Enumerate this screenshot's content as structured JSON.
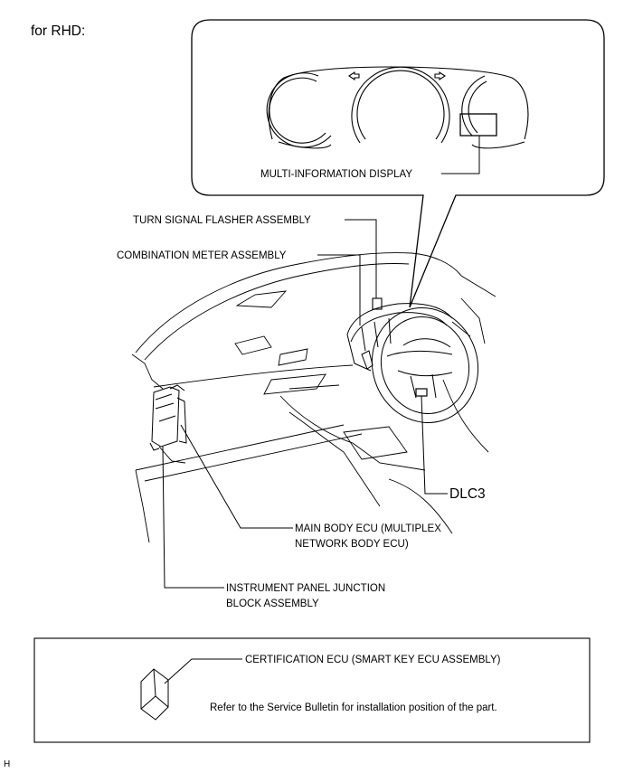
{
  "heading": "for RHD:",
  "labels": {
    "multi_info_display": "MULTI-INFORMATION DISPLAY",
    "turn_signal_flasher": "TURN SIGNAL FLASHER ASSEMBLY",
    "combination_meter": "COMBINATION METER ASSEMBLY",
    "dlc3": "DLC3",
    "main_body_ecu_line1": "MAIN BODY ECU (MULTIPLEX",
    "main_body_ecu_line2": "NETWORK BODY ECU)",
    "instrument_panel_jb_line1": "INSTRUMENT PANEL JUNCTION",
    "instrument_panel_jb_line2": "BLOCK ASSEMBLY"
  },
  "legend_box": {
    "certification_ecu": "CERTIFICATION ECU (SMART KEY ECU ASSEMBLY)",
    "note": "Refer to the Service Bulletin for installation position of the part."
  },
  "corner_mark": "H"
}
